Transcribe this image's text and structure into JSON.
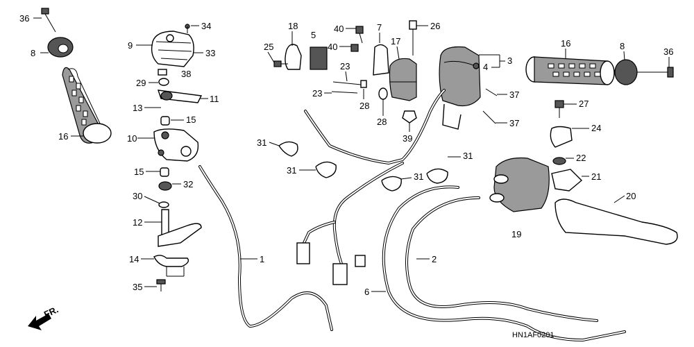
{
  "diagram": {
    "code": "HN1AF0201",
    "front_marker": "FR.",
    "callouts": [
      "36",
      "8",
      "16",
      "9",
      "34",
      "33",
      "38",
      "29",
      "11",
      "13",
      "15",
      "10",
      "15",
      "32",
      "30",
      "12",
      "14",
      "35",
      "18",
      "5",
      "40",
      "40",
      "7",
      "26",
      "25",
      "17",
      "23",
      "23",
      "28",
      "28",
      "39",
      "3",
      "4",
      "37",
      "37",
      "16",
      "8",
      "36",
      "27",
      "24",
      "22",
      "21",
      "20",
      "19",
      "2",
      "6",
      "1",
      "31",
      "31",
      "31",
      "31"
    ]
  }
}
